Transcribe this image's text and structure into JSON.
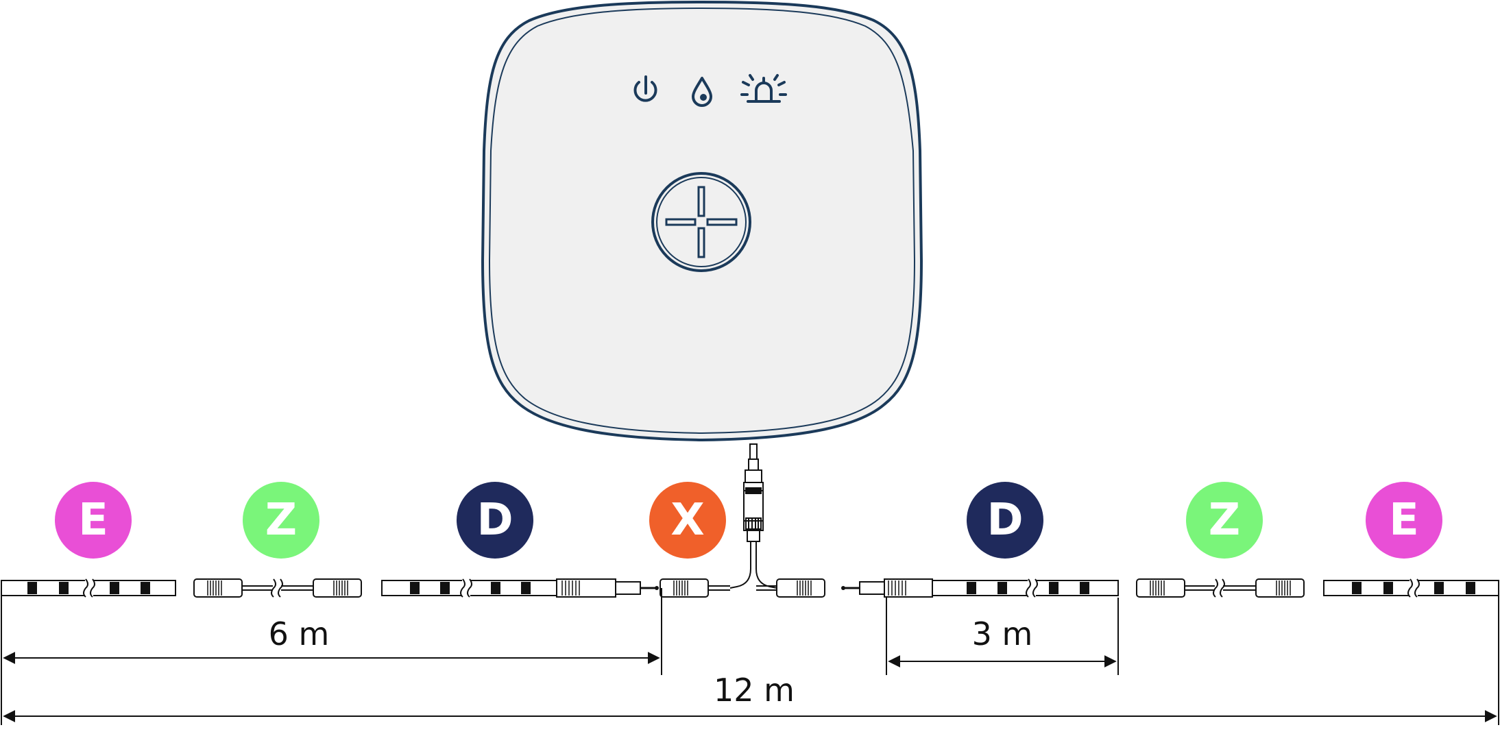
{
  "hub": {
    "status_icons": [
      "power-icon",
      "water-drop-icon",
      "alarm-bell-icon"
    ],
    "button_icon": "plus-icon"
  },
  "badges": [
    {
      "letter": "E",
      "color": "#e94fd6"
    },
    {
      "letter": "Z",
      "color": "#7af57a"
    },
    {
      "letter": "D",
      "color": "#1f2a5c"
    },
    {
      "letter": "X",
      "color": "#f0602a"
    },
    {
      "letter": "D",
      "color": "#1f2a5c"
    },
    {
      "letter": "Z",
      "color": "#7af57a"
    },
    {
      "letter": "E",
      "color": "#e94fd6"
    }
  ],
  "dimensions": {
    "left": "6 m",
    "right": "3 m",
    "total": "12 m"
  },
  "colors": {
    "outline": "#1b3a5a",
    "hub_fill": "#f0f0f0"
  }
}
